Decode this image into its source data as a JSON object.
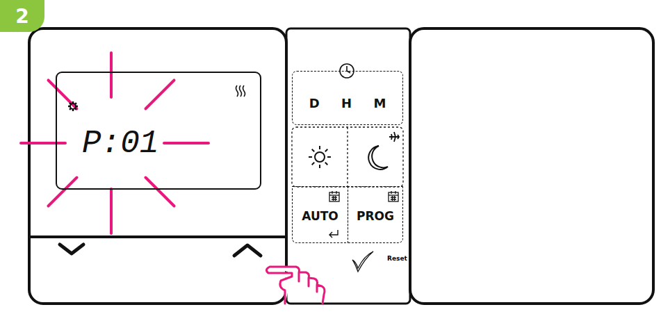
{
  "diagram": {
    "nodes": [
      {
        "text": [
          "2"
        ]
      },
      {
        "text": [
          "P:01"
        ]
      },
      {
        "text": [
          "D",
          "H",
          "M"
        ]
      },
      {
        "text": [
          "AUTO"
        ]
      },
      {
        "text": [
          "PROG"
        ]
      }
    ],
    "labels": [
      "Reset"
    ]
  }
}
